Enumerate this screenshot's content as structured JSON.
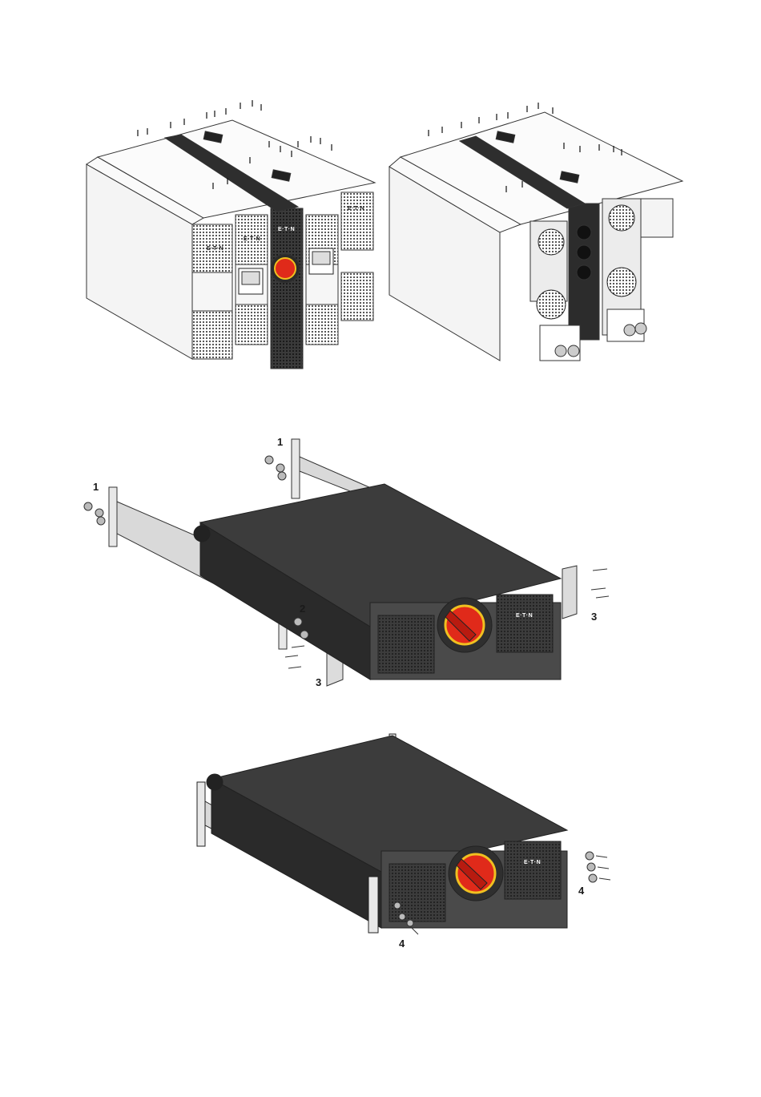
{
  "figure_top": {
    "front_unit": {
      "front_labels": [
        "E·T·N",
        "E·T·N",
        "E·T·N",
        "E·T·N"
      ]
    },
    "rear_unit": {}
  },
  "figure_middle": {
    "callouts": {
      "rail_rear_right": "1",
      "rail_rear_left": "1",
      "screws_side": "2",
      "bracket_left": "3",
      "bracket_right": "3"
    },
    "front_logo": "E·T·N"
  },
  "figure_bottom": {
    "callouts": {
      "screws_left": "4",
      "screws_right": "4"
    },
    "front_logo": "E·T·N"
  },
  "colors": {
    "chassis_dark": "#3c3c3c",
    "chassis_side": "#2a2a2a",
    "switch_red": "#e02a1a",
    "switch_ring": "#f0c020",
    "rail": "#d9d9d9",
    "line": "#1a1a1a"
  }
}
